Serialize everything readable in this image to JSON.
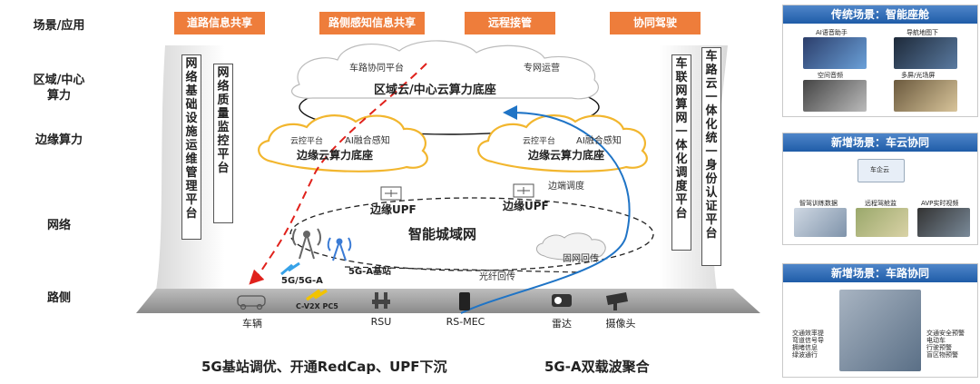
{
  "row_labels": [
    "场景/应用",
    "区域/中心\n算力",
    "边缘算力",
    "网络",
    "路侧"
  ],
  "scenarios": [
    "道路信息共享",
    "路侧感知信息共享",
    "远程接管",
    "协同驾驶"
  ],
  "left_columns": [
    "网络基础设施运维管理平台",
    "网络质量监控平台"
  ],
  "right_columns": [
    "车联网算网一体化调度平台",
    "车路云一体化统一身份认证平台"
  ],
  "region_cloud": {
    "title": "区域云/中心云算力底座",
    "tags": [
      "车路协同平台",
      "专网运营"
    ]
  },
  "edge_left": {
    "title": "边缘云算力底座",
    "tags": [
      "云控平台",
      "AI融合感知"
    ]
  },
  "edge_right": {
    "title": "边缘云算力底座",
    "tags": [
      "云控平台",
      "AI融合感知"
    ]
  },
  "network": {
    "title": "智能城域网",
    "upf_left": "边缘UPF",
    "upf_right": "边缘UPF",
    "edge_dispatch": "边端调度",
    "backhaul": "固网回传",
    "station_5g": "5G/5G-A",
    "station_5ga": "5G-A基站",
    "fiber": "光纤回传",
    "cv2x": "C-V2X PC5"
  },
  "devices": [
    "车辆",
    "RSU",
    "RS-MEC",
    "雷达",
    "摄像头"
  ],
  "bottom_captions": [
    "5G基站调优、开通RedCap、UPF下沉",
    "5G-A双载波聚合"
  ],
  "panels": [
    {
      "title": "传统场景：智能座舱",
      "items": [
        "AI语音助手",
        "导航地图下",
        "空间音频",
        "多屏/光场屏"
      ]
    },
    {
      "title": "新增场景：车云协同",
      "center": "车企云",
      "items": [
        "智驾训练数据",
        "远程驾舱监",
        "AVP实时视频"
      ]
    },
    {
      "title": "新增场景：车路协同",
      "left_notes": "交通效率提\n弯道信号导\n拥堵信息\n绿波通行",
      "right_notes": "交通安全预警\n电动车\n行驶预警\n盲区物预警"
    }
  ],
  "colors": {
    "orange": "#ee7d3b",
    "red_arrow": "#e0211b",
    "blue_arrow": "#1f74c6",
    "panel_head": "#2a64ad"
  }
}
